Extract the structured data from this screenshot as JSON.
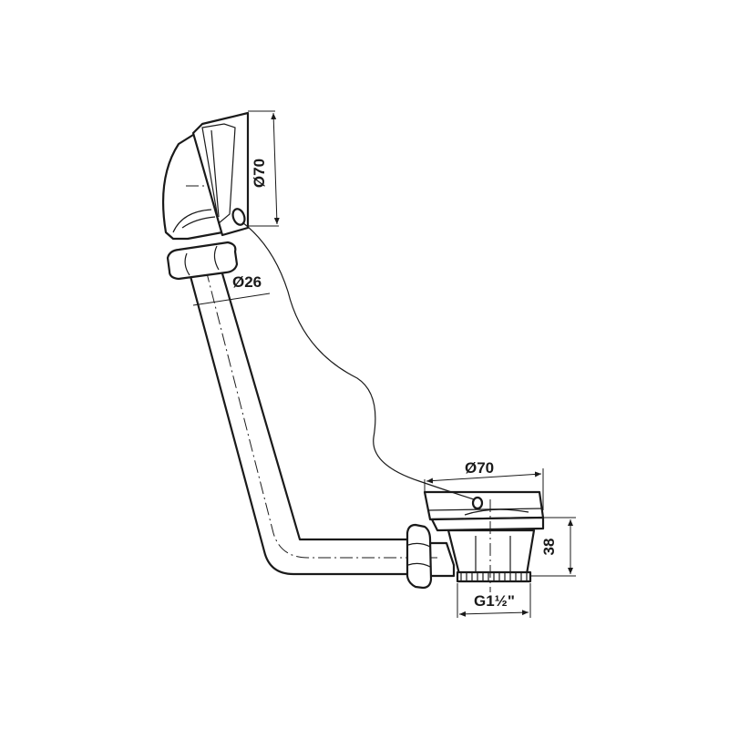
{
  "dimensions": {
    "overflow_diameter": "Ø70",
    "pipe_diameter": "Ø26",
    "waste_diameter": "Ø70",
    "waste_height": "38",
    "thread": "G1½\""
  }
}
